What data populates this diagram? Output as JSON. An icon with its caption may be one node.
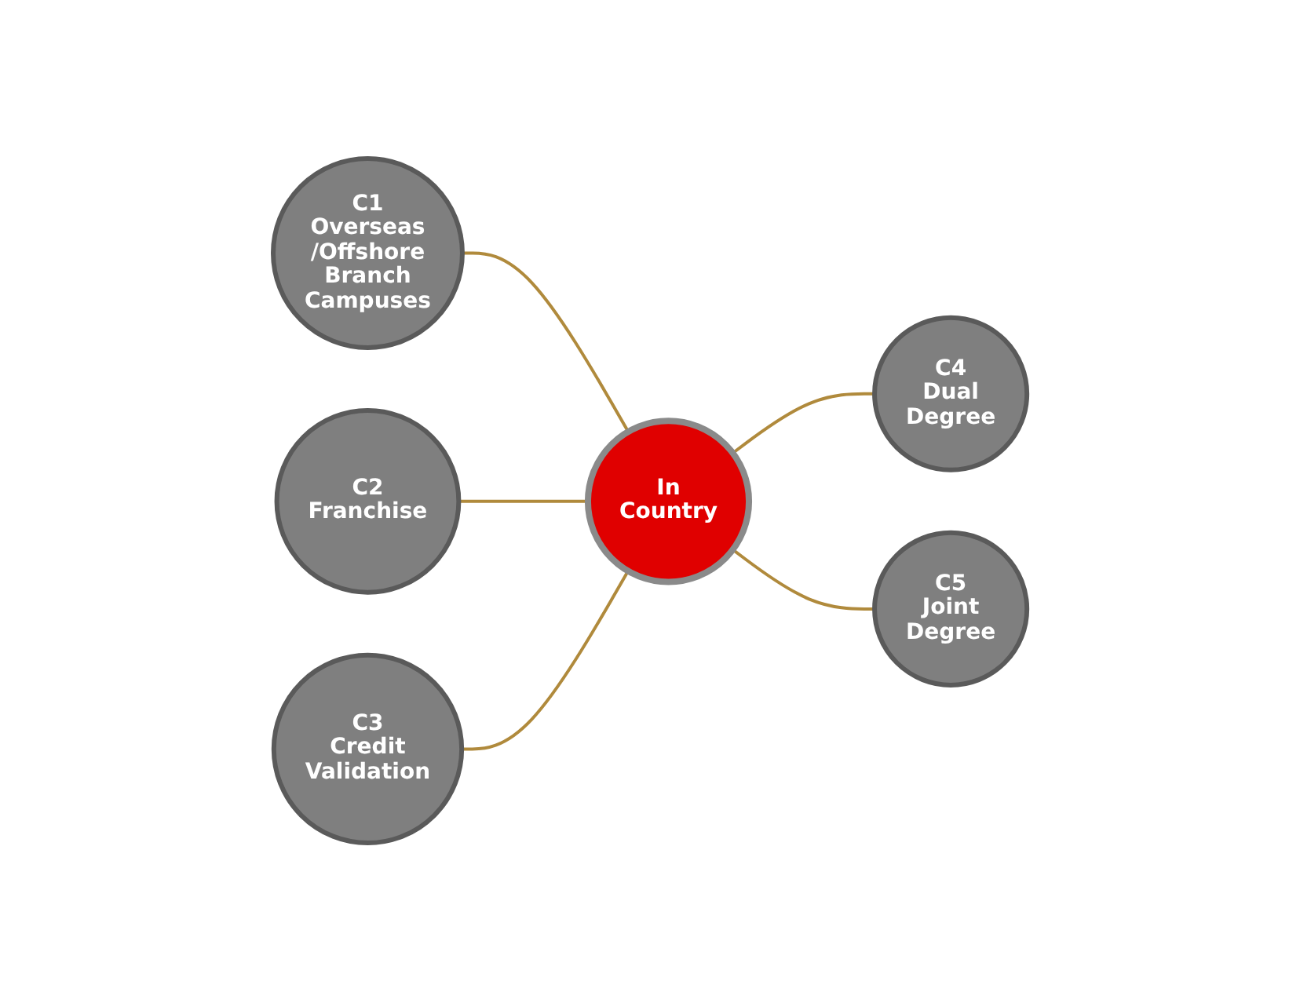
{
  "diagram": {
    "nodes": [
      {
        "text": [
          "C1",
          "Overseas /Offshore Branch Campuses"
        ]
      },
      {
        "text": [
          "C2",
          "Franchise"
        ]
      },
      {
        "text": [
          "In Country"
        ]
      },
      {
        "text": [
          "C3",
          "Credit Validation"
        ]
      },
      {
        "text": [
          "C4",
          "Dual Degree"
        ]
      },
      {
        "text": [
          "C5",
          "Joint Degree"
        ]
      }
    ],
    "edges": [
      {
        "from": 0,
        "to": 2,
        "arrow": "none"
      },
      {
        "from": 1,
        "to": 2,
        "arrow": "none"
      },
      {
        "from": 3,
        "to": 2,
        "arrow": "none"
      },
      {
        "from": 2,
        "to": 4,
        "arrow": "none"
      },
      {
        "from": 2,
        "to": 5,
        "arrow": "none"
      }
    ]
  }
}
